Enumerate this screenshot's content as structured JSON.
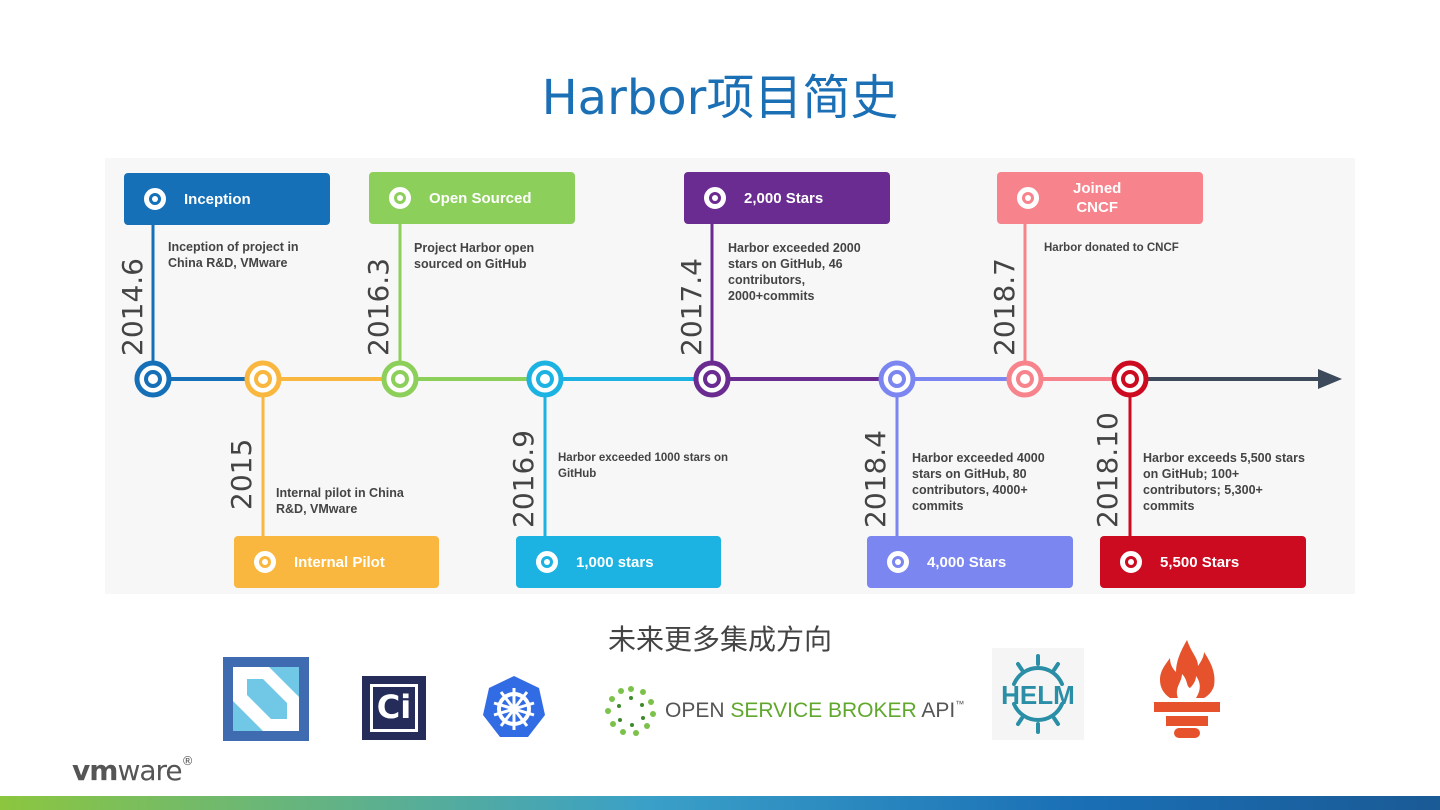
{
  "title": "Harbor项目简史",
  "timeline": {
    "events": [
      {
        "year": "2014.6",
        "card": "Inception",
        "desc": "Inception of project in\nChina R&D, VMware",
        "color": "#1570b8"
      },
      {
        "year": "2015",
        "card": "Internal Pilot",
        "desc": "Internal pilot in China\nR&D, VMware",
        "color": "#f9b73f"
      },
      {
        "year": "2016.3",
        "card": "Open Sourced",
        "desc": "Project Harbor open\nsourced on GitHub",
        "color": "#8dcf5b"
      },
      {
        "year": "2016.9",
        "card": "1,000 stars",
        "desc": "Harbor exceeded 1000 stars on\nGitHub",
        "color": "#1cb3e3"
      },
      {
        "year": "2017.4",
        "card": "2,000 Stars",
        "desc": "Harbor exceeded 2000\nstars on GitHub, 46\ncontributors,\n2000+commits",
        "color": "#6b2c91"
      },
      {
        "year": "2018.4",
        "card": "4,000 Stars",
        "desc": "Harbor exceeded 4000\nstars on GitHub, 80\ncontributors, 4000+\ncommits",
        "color": "#7b86f0"
      },
      {
        "year": "2018.7",
        "card": "Joined\nCNCF",
        "desc": "Harbor donated to CNCF",
        "color": "#f7848c"
      },
      {
        "year": "2018.10",
        "card": "5,500 Stars",
        "desc": "Harbor exceeds 5,500 stars\non GitHub; 100+\ncontributors; 5,300+\ncommits",
        "color": "#cc0a20"
      }
    ],
    "arrow_color": "#3d4a5c"
  },
  "future": {
    "heading": "未来更多集成方向",
    "logos": [
      {
        "name": "cncf-icon"
      },
      {
        "name": "ci-icon",
        "text": "Ci"
      },
      {
        "name": "kubernetes-icon"
      },
      {
        "name": "open-service-broker-icon",
        "text_a": "OPEN ",
        "text_b": "SERVICE BROKER",
        "text_c": " API",
        "tm": "™"
      },
      {
        "name": "helm-icon",
        "text": "HELM"
      },
      {
        "name": "prometheus-icon"
      }
    ]
  },
  "footer": {
    "brand_a": "vm",
    "brand_b": "ware",
    "reg": "®"
  }
}
